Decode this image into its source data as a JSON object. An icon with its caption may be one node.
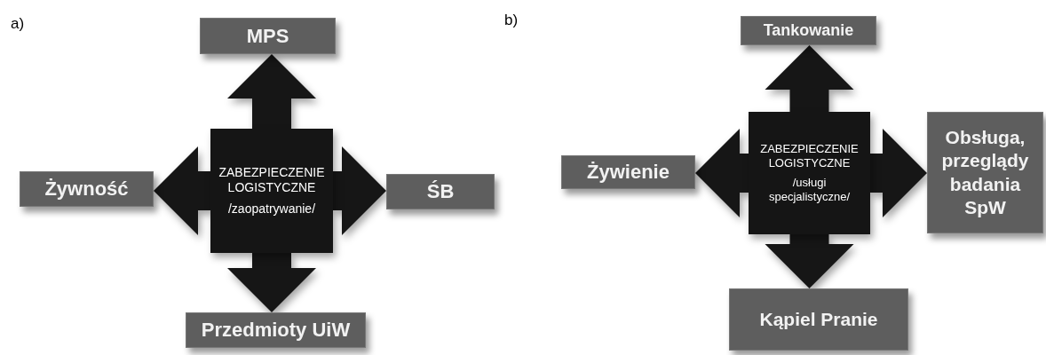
{
  "diagram": {
    "nodes": [
      {
        "text": [
          "ZABEZPIECZENIE LOGISTYCZNE",
          "/zaopatrywanie/"
        ]
      },
      {
        "text": [
          "MPS"
        ]
      },
      {
        "text": [
          "Żywność"
        ]
      },
      {
        "text": [
          "ŚB"
        ]
      },
      {
        "text": [
          "Przedmioty UiW"
        ]
      },
      {
        "text": [
          "ZABEZPIECZENIE LOGISTYCZNE",
          "/usługi specjalistyczne/"
        ]
      },
      {
        "text": [
          "Tankowanie"
        ]
      },
      {
        "text": [
          "Żywienie"
        ]
      },
      {
        "text": [
          "Obsługa, przeglądy badania SpW"
        ]
      },
      {
        "text": [
          "Kąpiel Pranie"
        ]
      }
    ],
    "edges": [
      {
        "from": 0,
        "to": 1,
        "arrow": "to"
      },
      {
        "from": 0,
        "to": 2,
        "arrow": "to"
      },
      {
        "from": 0,
        "to": 3,
        "arrow": "to"
      },
      {
        "from": 0,
        "to": 4,
        "arrow": "to"
      },
      {
        "from": 5,
        "to": 6,
        "arrow": "to"
      },
      {
        "from": 5,
        "to": 7,
        "arrow": "to"
      },
      {
        "from": 5,
        "to": 8,
        "arrow": "to"
      },
      {
        "from": 5,
        "to": 9,
        "arrow": "to"
      }
    ],
    "labels": [
      "a)",
      "b)"
    ]
  }
}
